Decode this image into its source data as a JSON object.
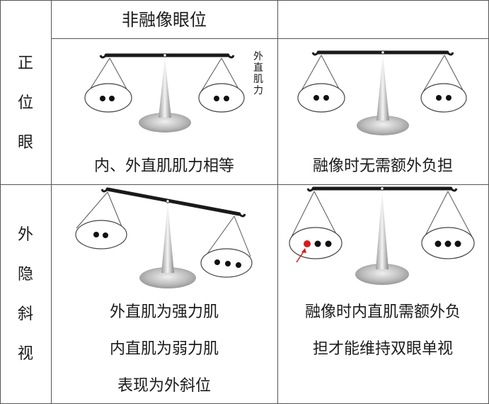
{
  "header": {
    "title": "非融像眼位"
  },
  "rows": [
    {
      "label": [
        "正",
        "位",
        "眼"
      ],
      "left_caption": "内、外直肌肌力相等",
      "annotation": [
        "外",
        "直",
        "肌",
        "力"
      ],
      "right_caption": "融像时无需额外负担"
    },
    {
      "label": [
        "外",
        "隐",
        "斜",
        "视"
      ],
      "left_caption_lines": [
        "外直肌为强力肌",
        "内直肌为弱力肌",
        "表现为外斜位"
      ],
      "right_caption_lines": [
        "融像时内直肌需额外负",
        "担才能维持双眼单视"
      ]
    }
  ],
  "colors": {
    "red_marker": "#d61c1c",
    "stroke": "#1a1a1a"
  }
}
